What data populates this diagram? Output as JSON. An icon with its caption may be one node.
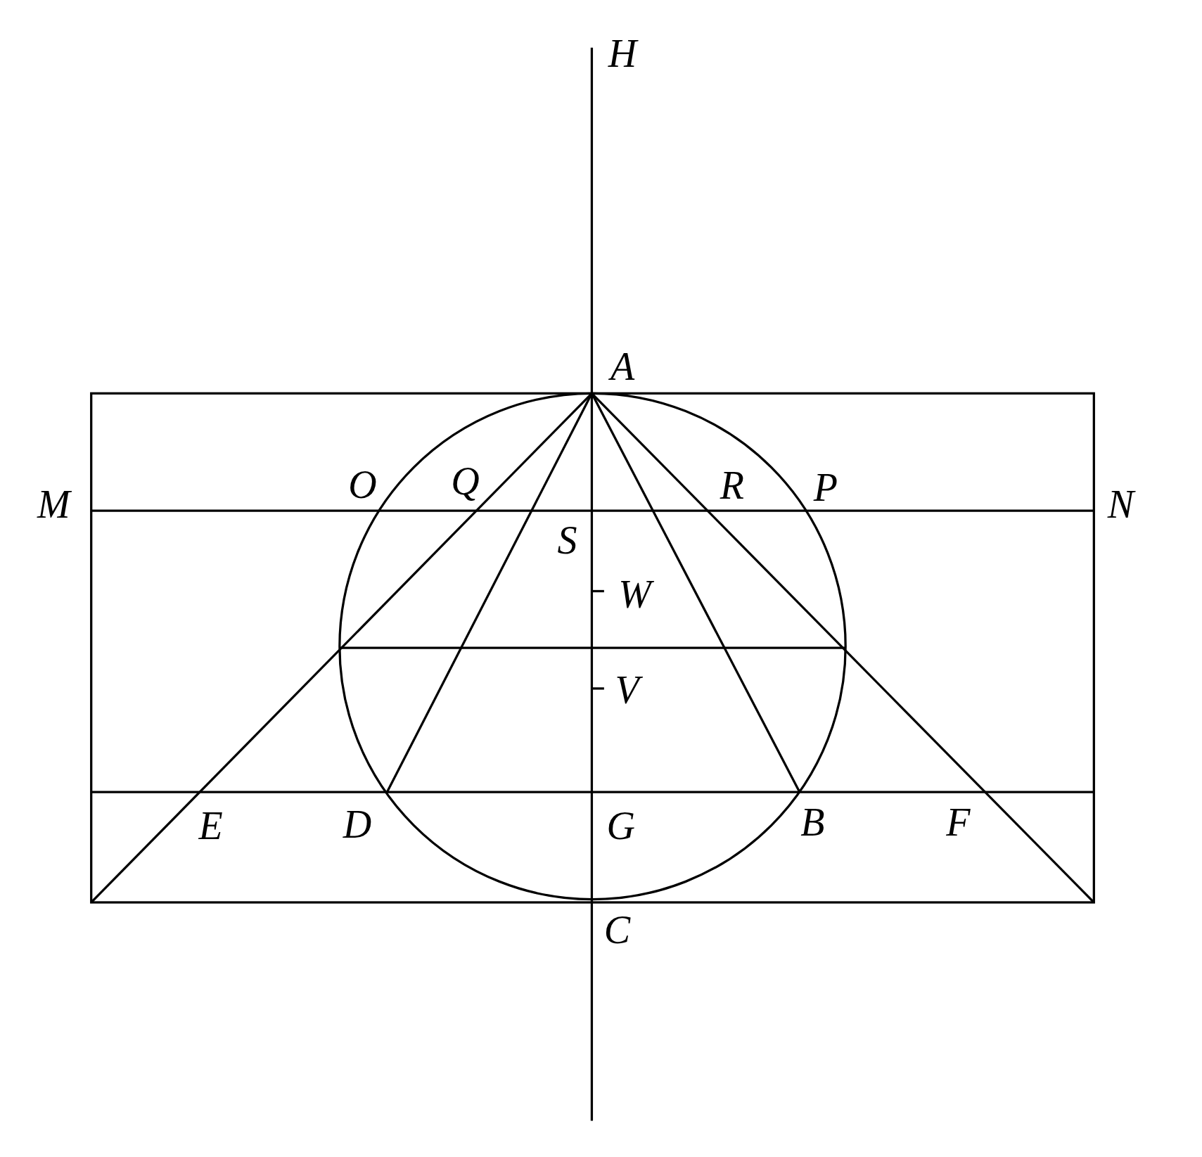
{
  "diagram": {
    "labels": [
      "H",
      "A",
      "O",
      "Q",
      "R",
      "P",
      "M",
      "N",
      "S",
      "W",
      "V",
      "E",
      "D",
      "G",
      "B",
      "F",
      "C"
    ]
  }
}
